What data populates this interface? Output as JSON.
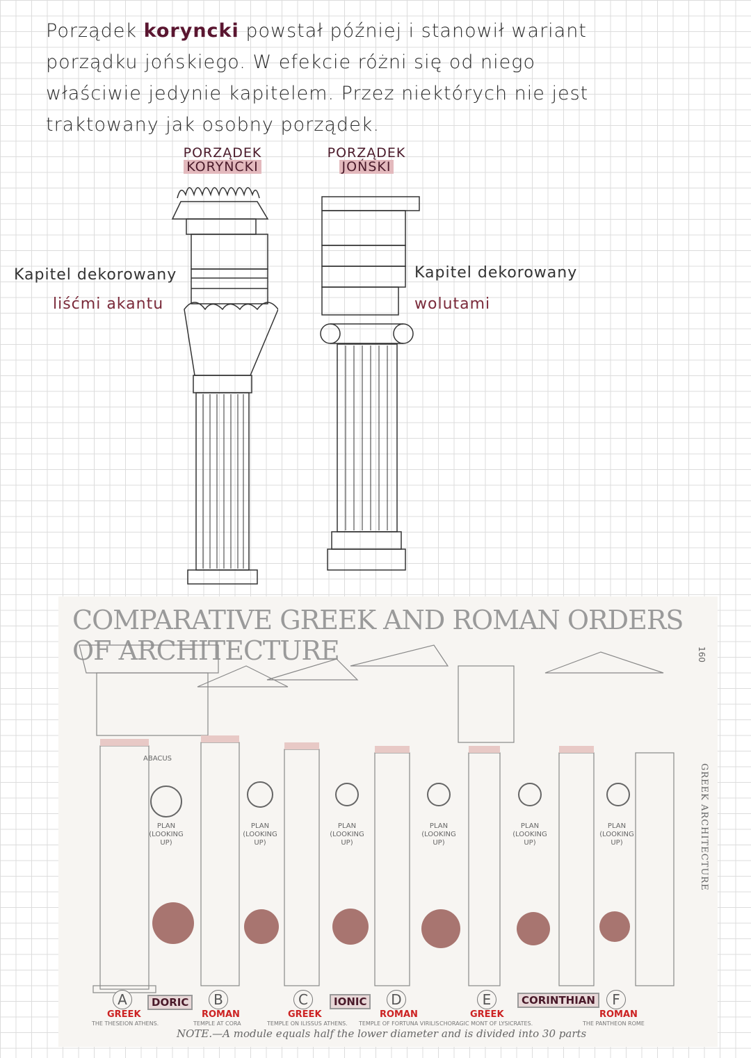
{
  "paragraph": {
    "before": "Porządek ",
    "highlight": "koryncki",
    "after": " powstał później i stanowił wariant porządku jońskiego. W efekcie różni się od niego właściwie jedynie kapitelem. Przez niektórych nie jest traktowany jak osobny porządek."
  },
  "labels": {
    "corinthian": {
      "line1": "PORZĄDEK",
      "line2": "KORYNCKI"
    },
    "ionic": {
      "line1": "PORZĄDEK",
      "line2": "JOŃSKI"
    }
  },
  "annotations": {
    "left_line1": "Kapitel dekorowany",
    "left_line2": "liśćmi akantu",
    "right_line1": "Kapitel dekorowany",
    "right_line2": "wolutami"
  },
  "plate": {
    "title": "COMPARATIVE GREEK AND ROMAN ORDERS OF ARCHITECTURE",
    "page_number": "160",
    "side_caption": "GREEK ARCHITECTURE",
    "abacus_label": "ABACUS",
    "plan_label": "PLAN (LOOKING UP)",
    "orders": [
      {
        "name": "DORIC"
      },
      {
        "name": "IONIC"
      },
      {
        "name": "CORINTHIAN"
      }
    ],
    "columns": [
      {
        "letter": "A",
        "era": "GREEK",
        "temple": "THE THESEION ATHENS."
      },
      {
        "letter": "B",
        "era": "ROMAN",
        "temple": "TEMPLE AT CORA"
      },
      {
        "letter": "C",
        "era": "GREEK",
        "temple": "TEMPLE ON ILISSUS ATHENS."
      },
      {
        "letter": "D",
        "era": "ROMAN",
        "temple": "TEMPLE OF FORTUNA VIRILIS"
      },
      {
        "letter": "E",
        "era": "GREEK",
        "temple": "CHORAGIC MONT OF LYSICRATES."
      },
      {
        "letter": "F",
        "era": "ROMAN",
        "temple": "THE PANTHEON ROME"
      }
    ],
    "note": "NOTE.—A module equals half the lower diameter and is divided into 30 parts"
  },
  "colors": {
    "accent": "#5a1630",
    "highlight": "#e3b9bd",
    "era_red": "#cc2222",
    "swatch": "#a87570"
  }
}
